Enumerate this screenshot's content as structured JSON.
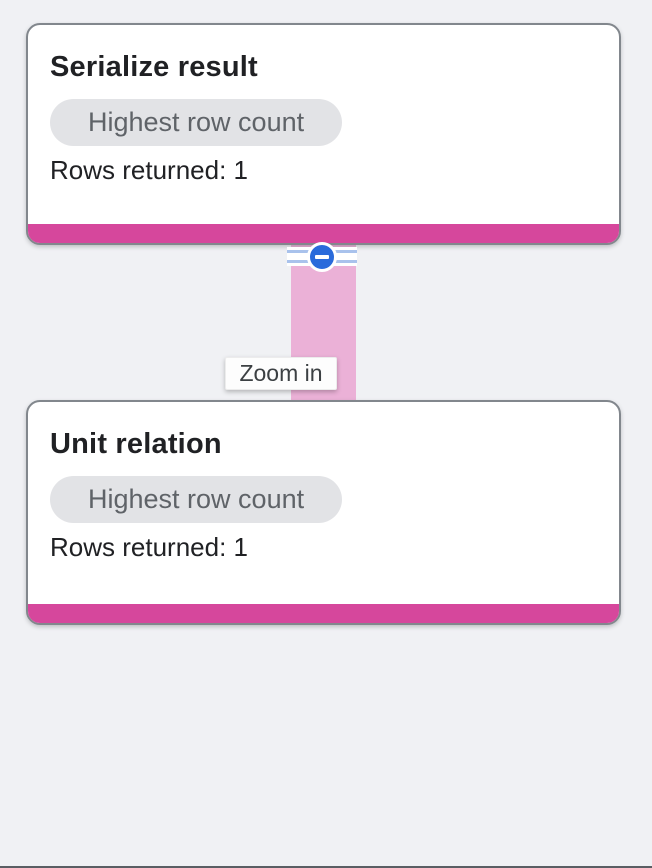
{
  "colors": {
    "page_bg": "#f0f1f4",
    "node_bg": "#ffffff",
    "node_border": "#82878d",
    "accent_pink": "#d6479c",
    "edge_pink": "#ebb1d7",
    "badge_bg": "#e2e3e6",
    "badge_text": "#5f6368",
    "title_text": "#202124",
    "collapse_blue": "#2a6bdb",
    "stripe_blue": "#a9c2ec",
    "tooltip_text": "#3c4043"
  },
  "nodes": [
    {
      "title": "Serialize result",
      "badge": "Highest row count",
      "rows_returned": "Rows returned: 1"
    },
    {
      "title": "Unit relation",
      "badge": "Highest row count",
      "rows_returned": "Rows returned: 1"
    }
  ],
  "edge": {
    "tooltip": "Zoom in",
    "collapse_icon": "minus-circle-icon"
  }
}
